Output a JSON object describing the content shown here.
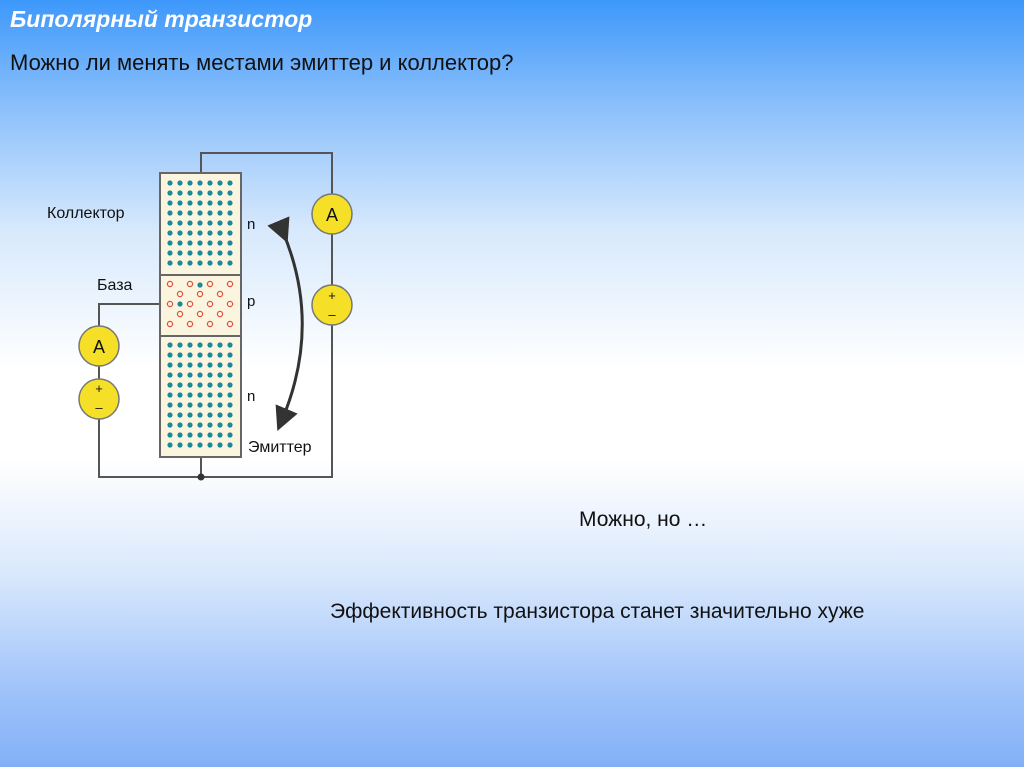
{
  "slide": {
    "title": "Биполярный транзистор",
    "question": "Можно ли менять местами эмиттер и коллектор?",
    "answer_short": "Можно, но …",
    "answer_long": "Эффективность транзистора станет значительно хуже"
  },
  "diagram": {
    "collector_label": "Коллектор",
    "base_label": "База",
    "emitter_label": "Эмиттер",
    "collector_type": "n",
    "base_type": "p",
    "emitter_type": "n",
    "ammeter_symbol": "A",
    "battery_plus": "+",
    "battery_minus": "–",
    "colors": {
      "electron": "#1a8a9a",
      "hole": "#e05040",
      "meter": "#f5e027",
      "body": "#fbf5e0"
    }
  }
}
